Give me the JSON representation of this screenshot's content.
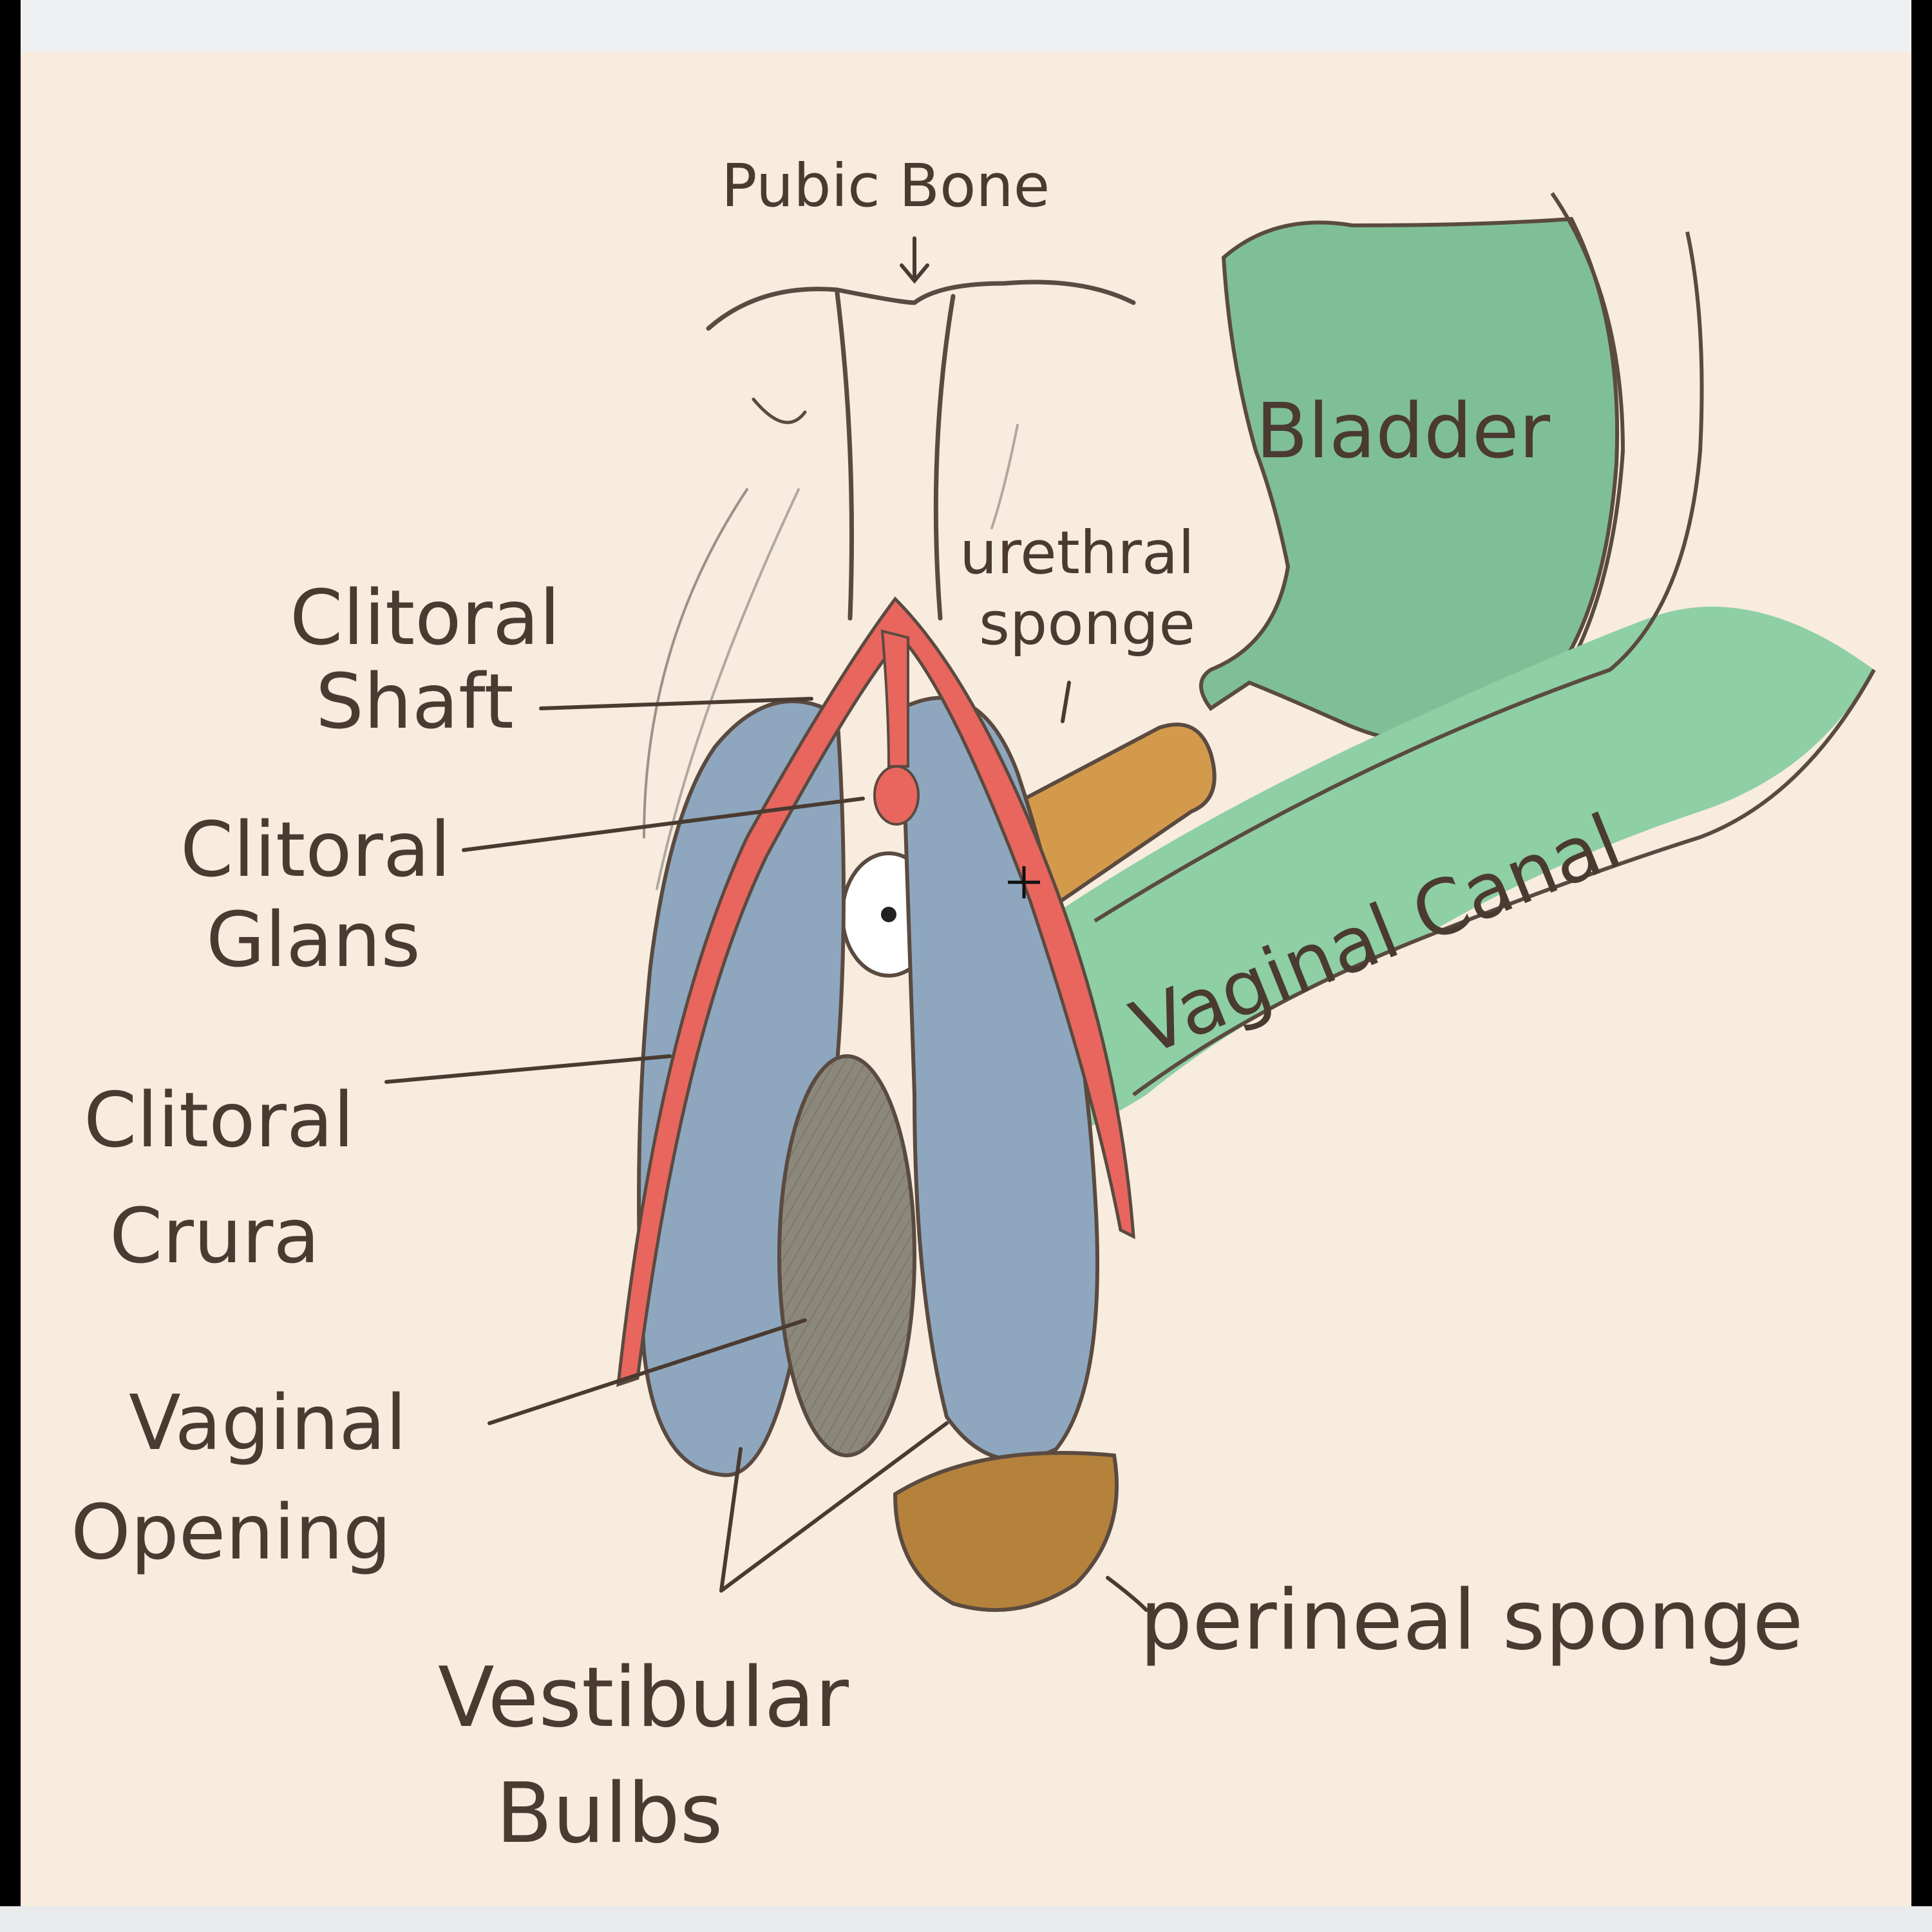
{
  "labels": {
    "pubic_bone": "Pubic Bone",
    "bladder": "Bladder",
    "urethral_sponge": [
      "urethral",
      "sponge"
    ],
    "clitoral_shaft": [
      "Clitoral",
      "Shaft"
    ],
    "clitoral_glans": [
      "Clitoral",
      "Glans"
    ],
    "clitoral_crura": [
      "Clitoral",
      "Crura"
    ],
    "vaginal_opening": [
      "Vaginal",
      "Opening"
    ],
    "vestibular_bulbs": [
      "Vestibular",
      "Bulbs"
    ],
    "vaginal_canal": "Vaginal Canal",
    "perineal_sponge": "perineal sponge"
  },
  "colors": {
    "paper": "#f7ecde",
    "bladder_green": "#7fbf96",
    "canal_green": "#8ecfa4",
    "crura_red": "#e8665e",
    "bulb_blue": "#8ea7bf",
    "opening_gray": "#8c877b",
    "sponge_orange": "#d49a4c",
    "perineal_brown": "#b5823c",
    "ink": "#4a3a30"
  }
}
